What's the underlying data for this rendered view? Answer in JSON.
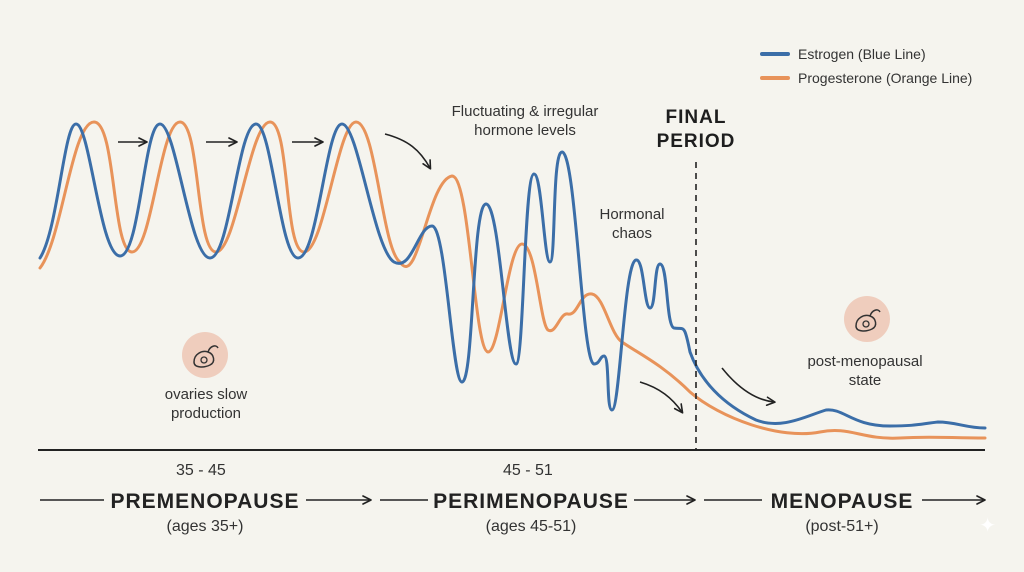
{
  "legend": {
    "estrogen_label": "Estrogen (Blue Line)",
    "progesterone_label": "Progesterone (Orange Line)"
  },
  "colors": {
    "estrogen": "#3b6ea8",
    "progesterone": "#e8935a",
    "icon_bg": "#efcdbd",
    "background": "#f5f4ee"
  },
  "annotations": {
    "fluctuating": "Fluctuating & irregular hormone levels",
    "chaos": "Hormonal chaos",
    "final_period": "FINAL PERIOD",
    "ovaries": "ovaries slow production",
    "post_state": "post-menopausal state"
  },
  "ages": {
    "pre": "35 - 45",
    "peri": "45 - 51"
  },
  "phases": [
    {
      "name": "PREMENOPAUSE",
      "sub": "(ages 35+)"
    },
    {
      "name": "PERIMENOPAUSE",
      "sub": "(ages 45-51)"
    },
    {
      "name": "MENOPAUSE",
      "sub": "(post-51+)"
    }
  ],
  "icons": {
    "ovaries_icon": "ovary-icon",
    "post_icon": "ovary-icon"
  }
}
